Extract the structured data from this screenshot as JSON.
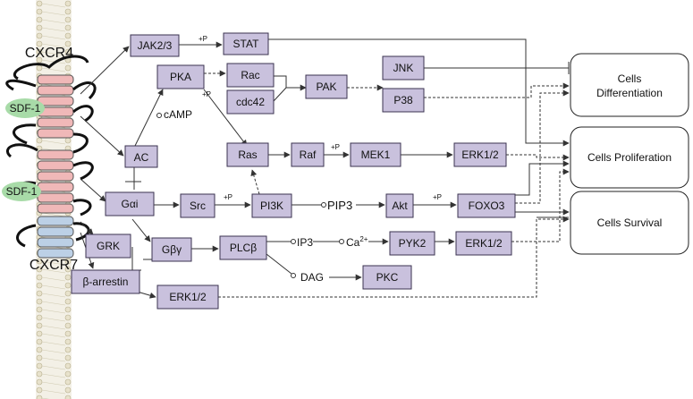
{
  "receptors": {
    "top": "CXCR4",
    "bottom": "CXCR7"
  },
  "ligands": [
    "SDF-1",
    "SDF-1"
  ],
  "nodes": {
    "jak": "JAK2/3",
    "stat": "STAT",
    "pka": "PKA",
    "rac": "Rac",
    "cdc42": "cdc42",
    "pak": "PAK",
    "jnk": "JNK",
    "p38": "P38",
    "ac": "AC",
    "ras": "Ras",
    "raf": "Raf",
    "mek1": "MEK1",
    "erk_top": "ERK1/2",
    "gai": "Gαi",
    "src": "Src",
    "pi3k": "PI3K",
    "akt": "Akt",
    "foxo3": "FOXO3",
    "grk": "GRK",
    "gbg": "Gβγ",
    "plcb": "PLCβ",
    "pyk2": "PYK2",
    "erk_mid": "ERK1/2",
    "barrestin": "β-arrestin",
    "pkc": "PKC",
    "erk_bottom": "ERK1/2"
  },
  "messengers": {
    "camp": "cAMP",
    "pip3": "PIP3",
    "ip3": "IP3",
    "ca": "Ca",
    "ca_sup": "2+",
    "dag": "DAG"
  },
  "phospho_label": "+P",
  "outcomes": {
    "diff": [
      "Cells",
      "Differentiation"
    ],
    "prolif": "Cells  Proliferation",
    "survival": "Cells Survival"
  }
}
